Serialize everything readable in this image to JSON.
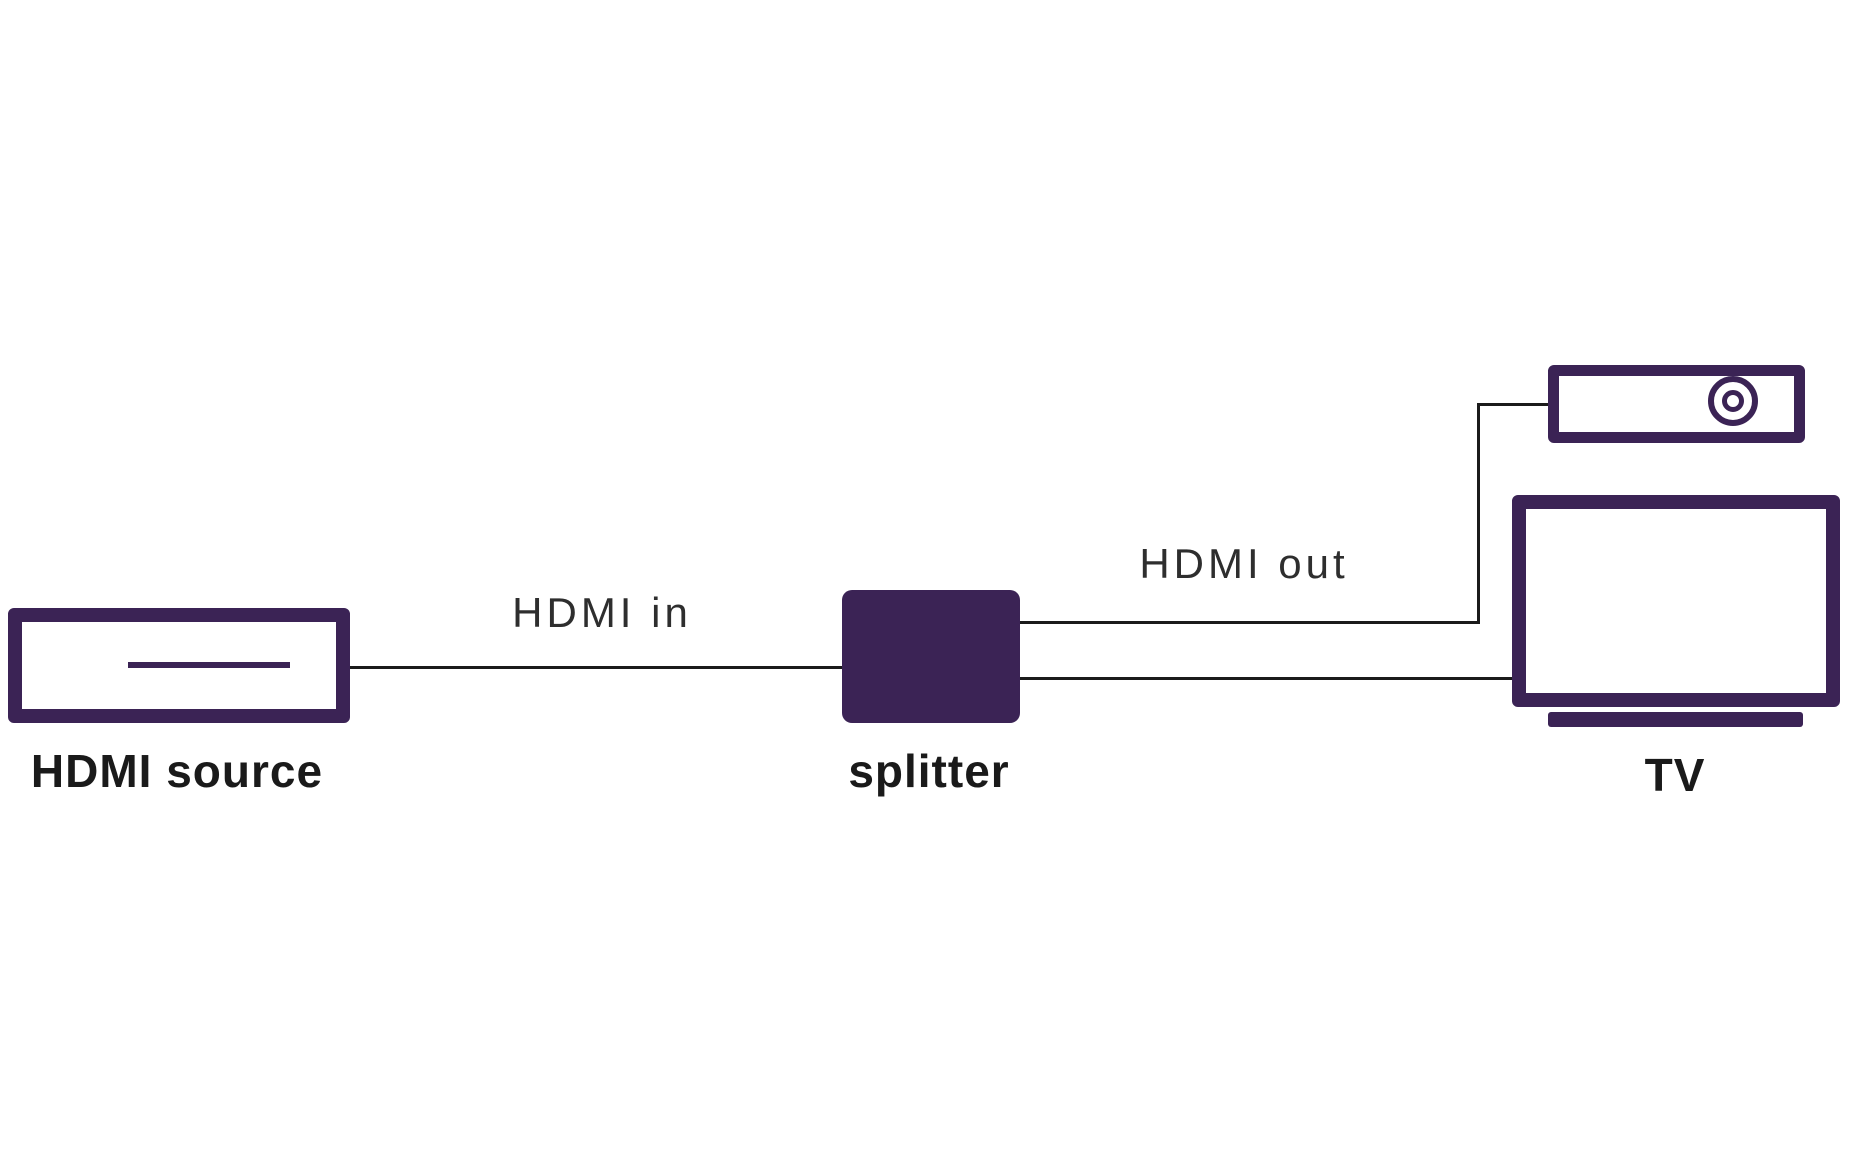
{
  "diagram": {
    "nodes": {
      "source": {
        "label": "HDMI source"
      },
      "splitter": {
        "label": "splitter"
      },
      "projector": {
        "label": ""
      },
      "tv": {
        "label": "TV"
      }
    },
    "wires": {
      "input_label": "HDMI in",
      "output_label": "HDMI out"
    },
    "icons": {
      "source": "hdmi-source-box-icon",
      "splitter": "splitter-block-icon",
      "projector": "projector-lens-icon",
      "tv": "tv-screen-icon"
    },
    "colors": {
      "purple": "#3b2355",
      "wire": "#1b1b1b",
      "label_bold": "#1a1a1a",
      "label_light": "#2e2e2e",
      "background": "#ffffff"
    }
  }
}
